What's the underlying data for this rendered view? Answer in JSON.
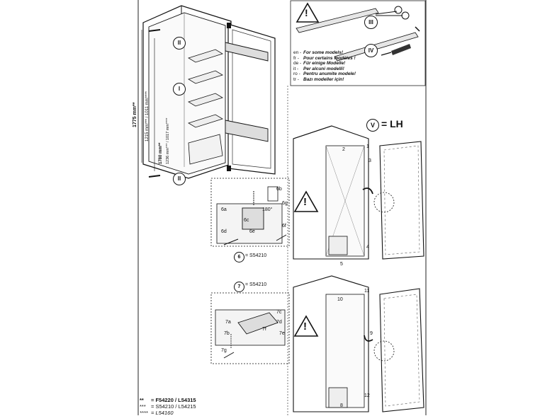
{
  "dimensions": {
    "height_total": "1775 mm**",
    "height_alt": "1215 mm*** / 1011 mm****",
    "height_lower": "1780 mm**",
    "height_lower_alt": "1236 mm*** / 1017 mm****"
  },
  "steps": {
    "step_i": "I",
    "step_ii": "II",
    "step_iii": "III",
    "step_iv": "IV",
    "lh_letter": "V",
    "lh_text": "= LH",
    "step6": "6",
    "step6_model": "= S54210",
    "step7": "7",
    "step7_model": "= S54210",
    "angle": "180°"
  },
  "notes": [
    {
      "code": "en -",
      "text": "For some models!"
    },
    {
      "code": "fr -",
      "text": "Pour certains modèles !"
    },
    {
      "code": "de -",
      "text": "Für einige Modelle!"
    },
    {
      "code": "it -",
      "text": "Per alcuni modelli!"
    },
    {
      "code": "ro -",
      "text": "Pentru anumite modele!"
    },
    {
      "code": "tr -",
      "text": "Bazı modeller için!"
    }
  ],
  "legend": [
    {
      "mark": "**",
      "text": "= F54220 / L54315"
    },
    {
      "mark": "***",
      "text": "= S54210 / L54215"
    },
    {
      "mark": "****",
      "text": "= L54160"
    }
  ],
  "callouts": {
    "c1": "1",
    "c2": "2",
    "c3": "3",
    "c4": "4",
    "c5": "5",
    "c6a": "6a",
    "c6b": "6b",
    "c6c": "6c",
    "c6d": "6d",
    "c6e": "6e",
    "c6f": "6f",
    "c6g": "6g",
    "c7a": "7a",
    "c7b": "7b",
    "c7c": "7c",
    "c7d": "7d",
    "c7e": "7e",
    "c7f": "7f",
    "c7g": "7g",
    "c8": "8",
    "c9": "9",
    "c10": "10",
    "c11": "11",
    "c12": "12"
  },
  "warning_symbol": "!"
}
